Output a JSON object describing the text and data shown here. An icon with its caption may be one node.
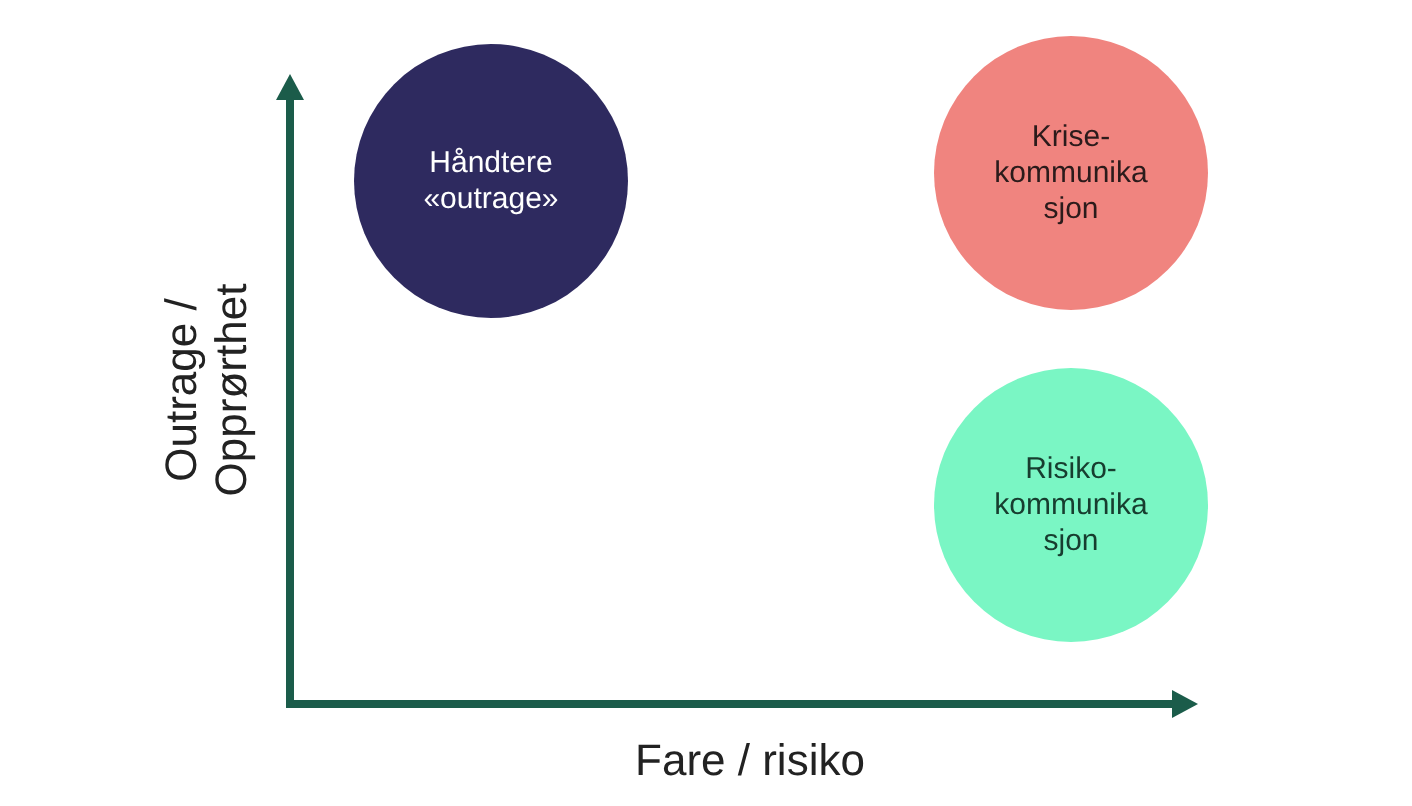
{
  "diagram": {
    "nodes": [
      {
        "text": [
          "Håndtere «outrage»"
        ]
      },
      {
        "text": [
          "Krise- kommunika sjon"
        ]
      },
      {
        "text": [
          "Risiko- kommunika sjon"
        ]
      }
    ],
    "labels": [
      "Outrage / Opprørthet",
      "Fare / risiko"
    ]
  }
}
